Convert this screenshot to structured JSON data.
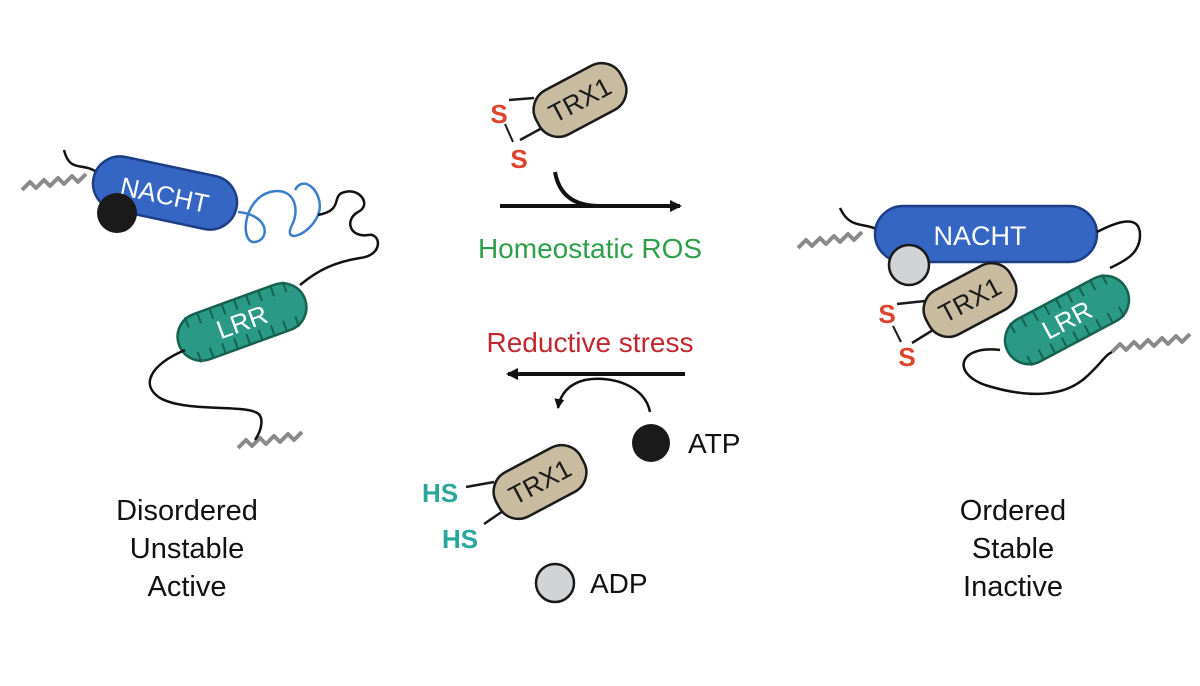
{
  "colors": {
    "nacht": "#3566c4",
    "lrr": "#2a9a86",
    "trx1": "#c9bba0",
    "disulfide": "#e0432b",
    "thiol": "#2aa69c",
    "ros": "#2f9e4a",
    "stress": "#c2272d",
    "atp": "#1a1a1a",
    "adp": "#d2d3d5"
  },
  "left_state": {
    "nacht_label": "NACHT",
    "lrr_label": "LRR",
    "caption": [
      "Disordered",
      "Unstable",
      "Active"
    ]
  },
  "center": {
    "top": {
      "trx1_label": "TRX1",
      "s1": "S",
      "s2": "S",
      "condition": "Homeostatic ROS"
    },
    "bottom": {
      "condition": "Reductive stress",
      "atp_label": "ATP",
      "trx1_label": "TRX1",
      "hs1": "HS",
      "hs2": "HS",
      "adp_label": "ADP"
    }
  },
  "right_state": {
    "nacht_label": "NACHT",
    "trx1_label": "TRX1",
    "lrr_label": "LRR",
    "s1": "S",
    "s2": "S",
    "caption": [
      "Ordered",
      "Stable",
      "Inactive"
    ]
  }
}
